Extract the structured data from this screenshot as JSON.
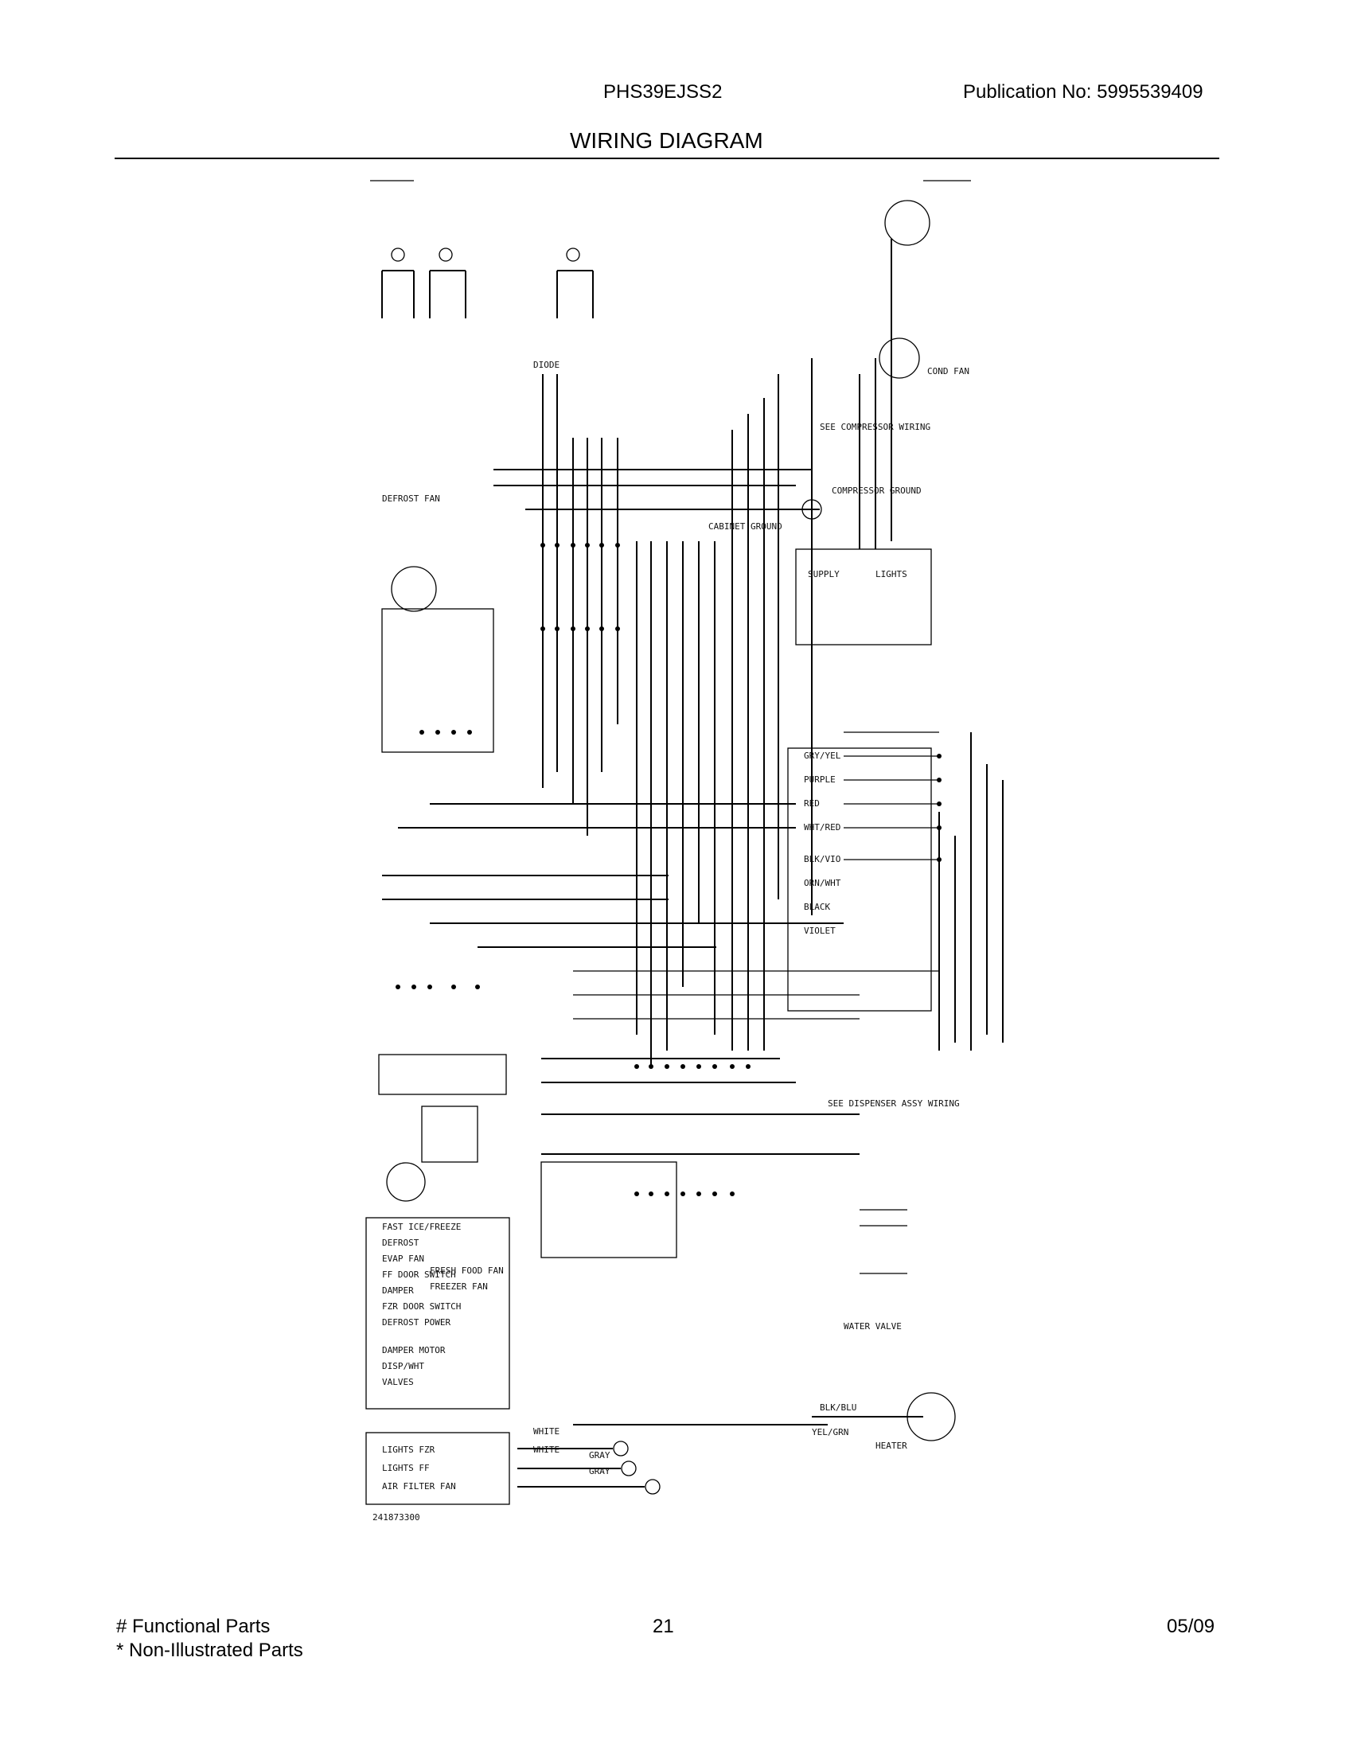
{
  "header": {
    "model": "PHS39EJSS2",
    "publication_label": "Publication No:",
    "publication_number": "5995539409",
    "title": "WIRING DIAGRAM"
  },
  "footer": {
    "functional_parts": "# Functional Parts",
    "non_illustrated_parts": "* Non-Illustrated Parts",
    "page_number": "21",
    "date": "05/09"
  },
  "diagram": {
    "labels_top": [
      "DIODE",
      "SEE COMPRESSOR WIRING",
      "DEFROST FAN",
      "COND FAN",
      "COMPRESSOR GROUND",
      "CABINET GROUND"
    ],
    "labels_middle": [
      "GRY/YEL",
      "PURPLE",
      "RED",
      "WHT/RED",
      "BLK/VIO",
      "ORN/WHT",
      "BLACK",
      "VIOLET",
      "SUPPLY",
      "LIGHTS"
    ],
    "labels_lower": [
      "SEE DISPENSER ASSY WIRING",
      "FRESH FOOD FAN",
      "FREEZER FAN",
      "WATER VALVE",
      "HEATER"
    ],
    "legend": [
      "FAST ICE/FREEZE",
      "DEFROST",
      "EVAP FAN",
      "FF DOOR SWITCH",
      "DAMPER",
      "FZR DOOR SWITCH",
      "DEFROST POWER",
      "DAMPER MOTOR",
      "DISP/WHT",
      "VALVES"
    ],
    "bottom_legend": [
      "LIGHTS FZR",
      "LIGHTS FF",
      "AIR FILTER FAN"
    ],
    "wire_labels_bottom": [
      "WHITE",
      "WHITE",
      "GRAY",
      "GRAY",
      "BLK/BLU",
      "YEL/GRN"
    ],
    "drawing_number": "241873300"
  }
}
